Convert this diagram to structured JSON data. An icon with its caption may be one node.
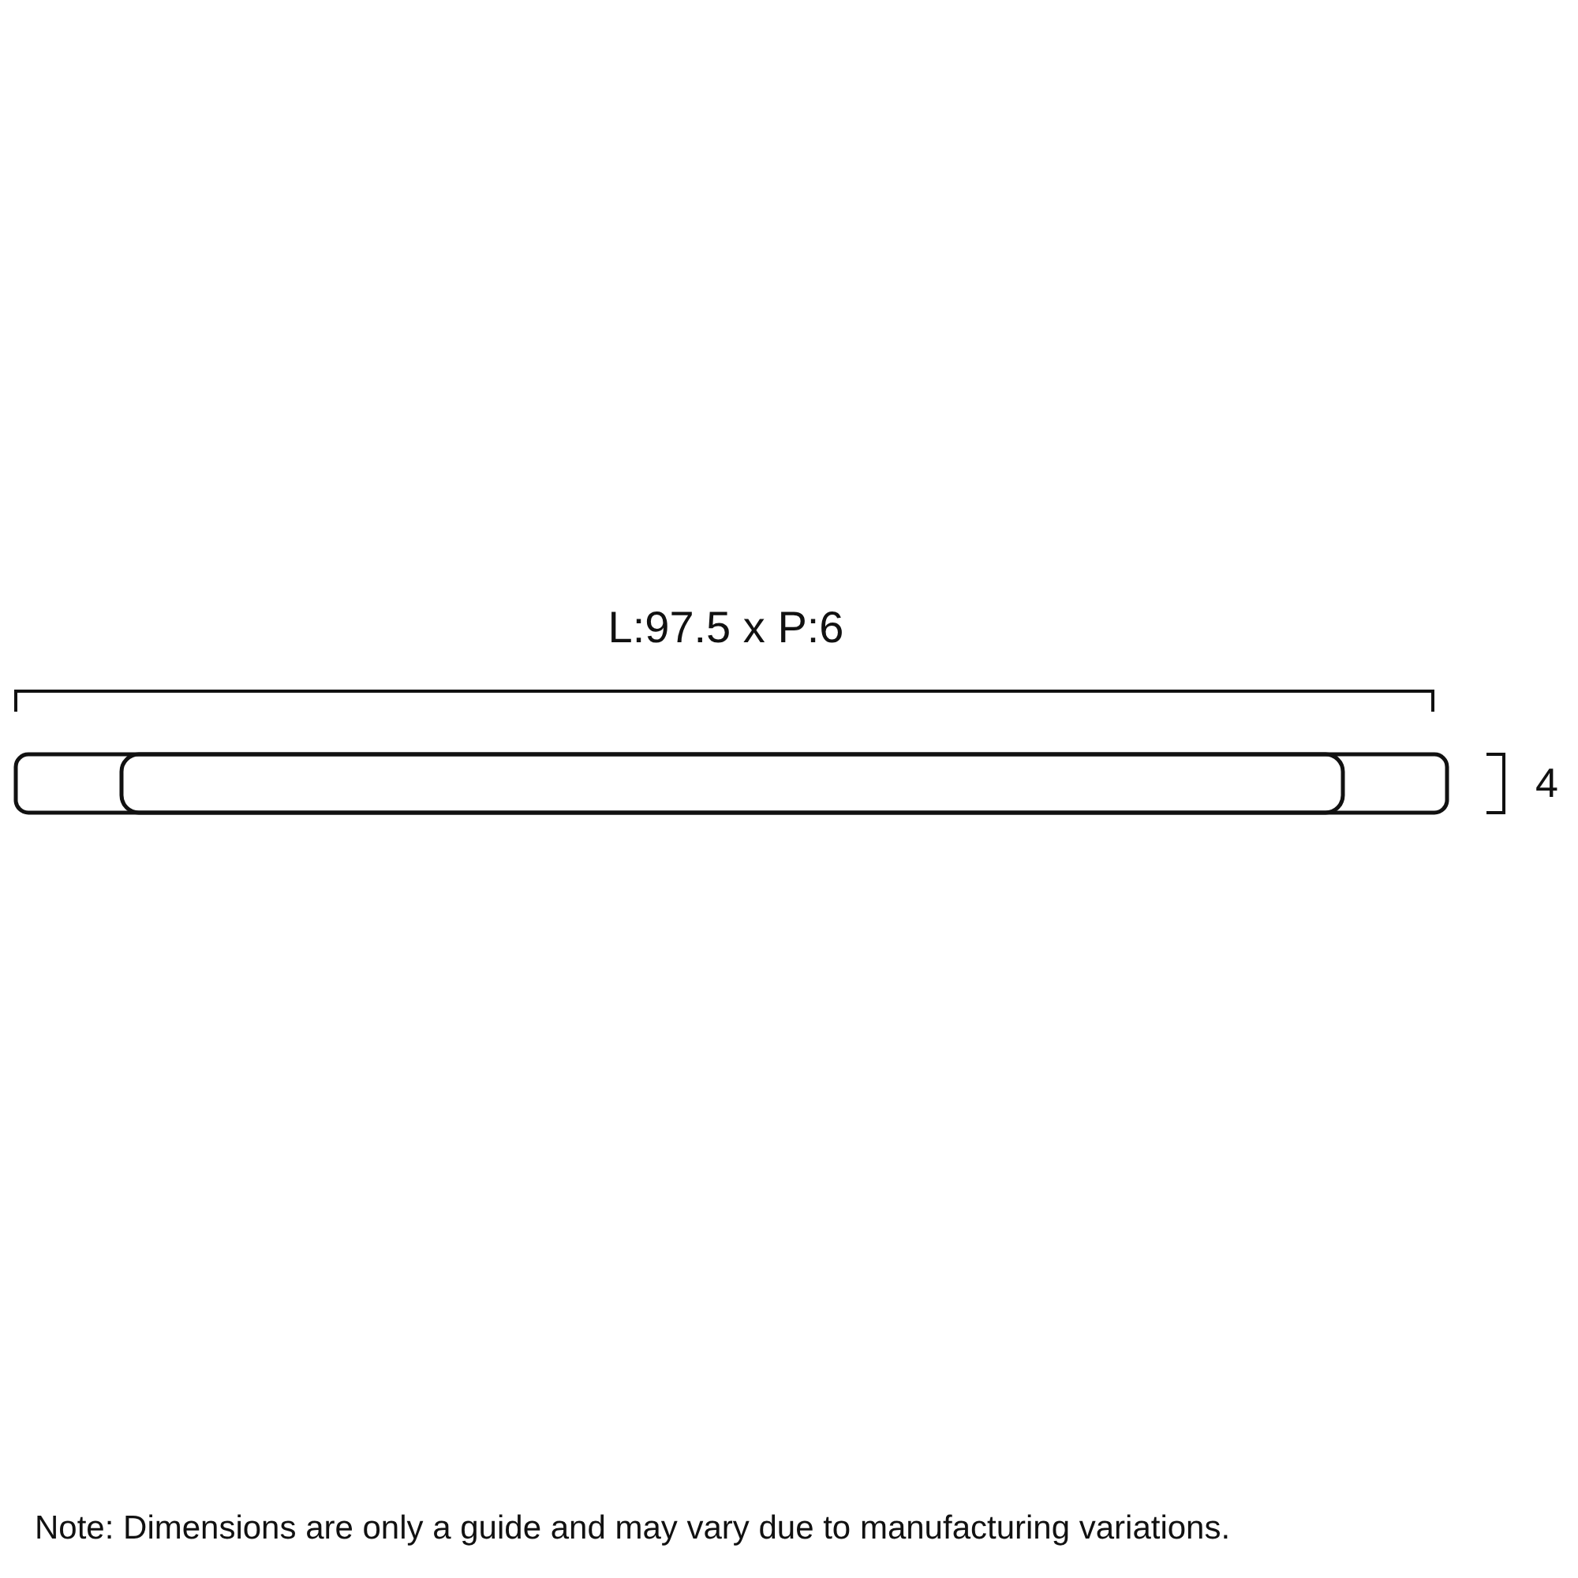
{
  "diagram": {
    "labels": [
      "L:97.5 x P:6",
      "4",
      "Note: Dimensions are only a guide and may vary due to manufacturing variations."
    ]
  }
}
